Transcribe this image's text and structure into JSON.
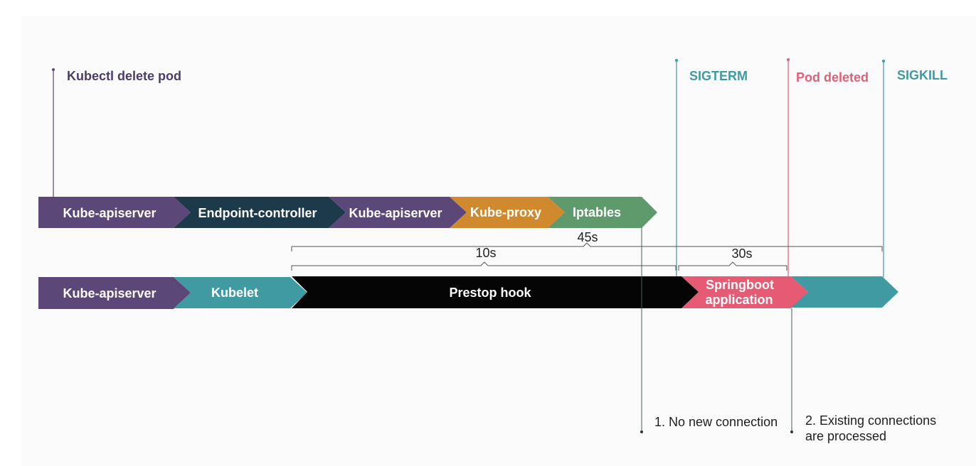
{
  "colors": {
    "purple": "#5b4778",
    "dark_teal": "#1c3a4a",
    "orange": "#d08a2d",
    "green": "#5f9a6c",
    "teal": "#3f9aa1",
    "black": "#050505",
    "pink": "#e75a74",
    "marker_purple": "#4a3c6b",
    "marker_teal": "#3f9aa1",
    "marker_pink": "#e0607a"
  },
  "markers": {
    "kubectl_delete": "Kubectl delete pod",
    "sigterm": "SIGTERM",
    "pod_deleted": "Pod deleted",
    "sigkill": "SIGKILL"
  },
  "row1": {
    "kube_apiserver": "Kube-apiserver",
    "endpoint_controller": "Endpoint-controller",
    "kube_apiserver_2": "Kube-apiserver",
    "kube_proxy": "Kube-proxy",
    "iptables": "Iptables"
  },
  "row2": {
    "kube_apiserver": "Kube-apiserver",
    "kubelet": "Kubelet",
    "prestop_hook": "Prestop hook",
    "springboot_line1": "Springboot",
    "springboot_line2": "application"
  },
  "durations": {
    "total": "45s",
    "prestop": "10s",
    "grace": "30s"
  },
  "notes": {
    "no_new_connection": "1. No new connection",
    "existing_line1": "2. Existing connections",
    "existing_line2": "are processed"
  }
}
